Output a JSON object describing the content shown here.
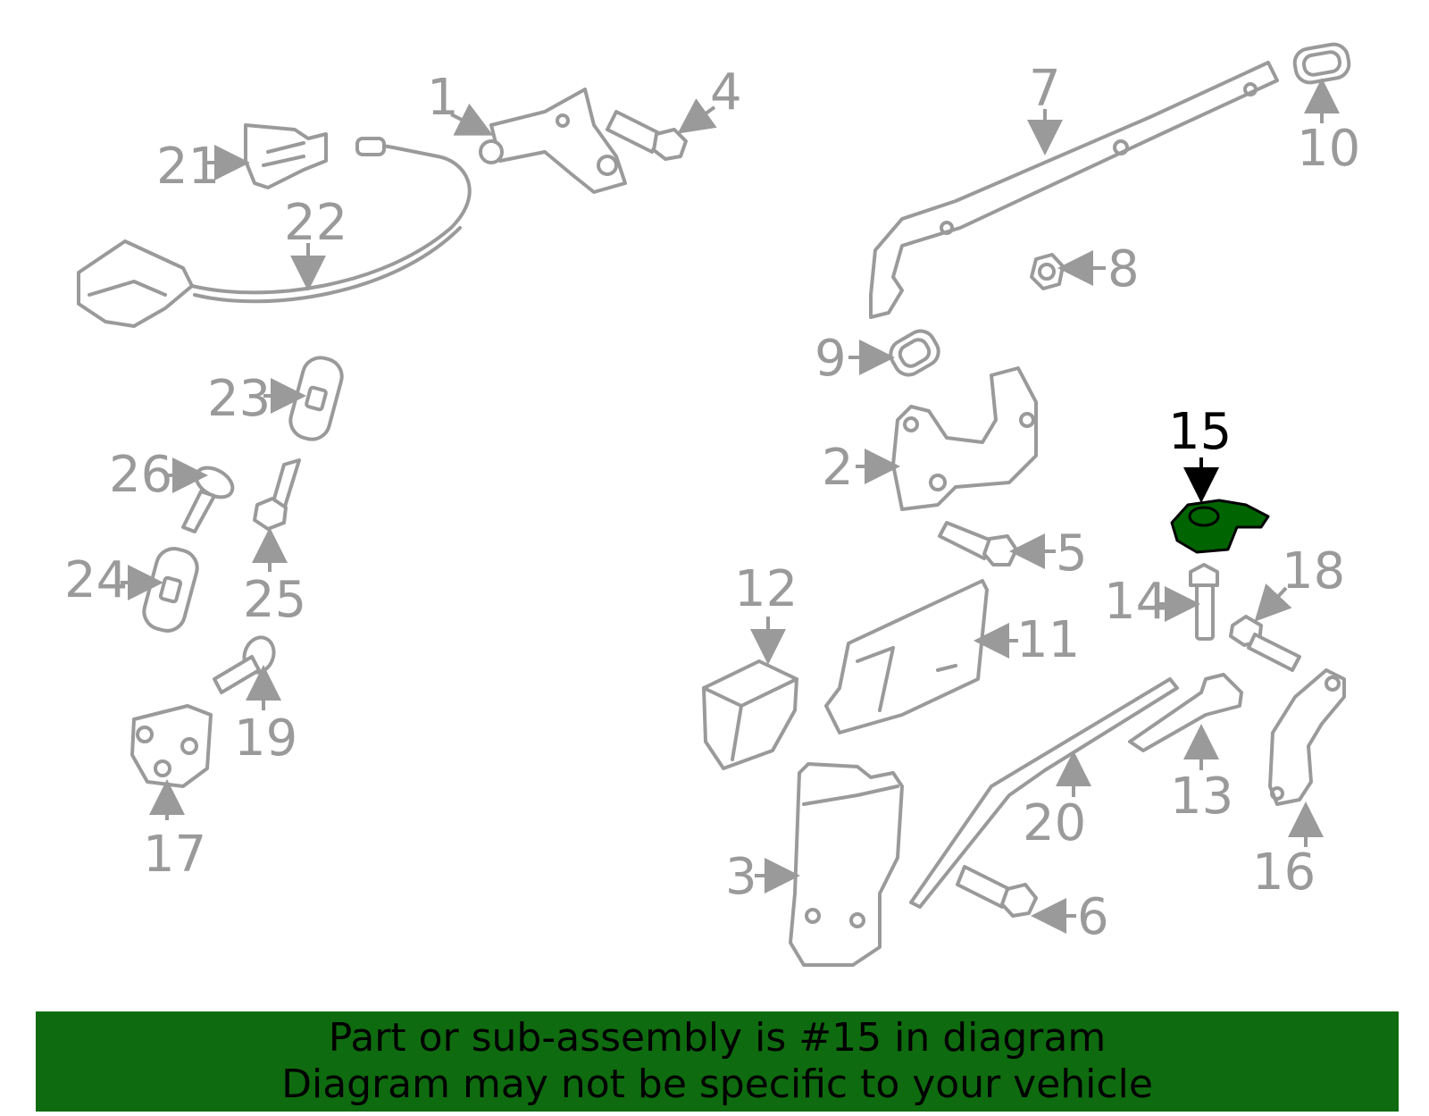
{
  "diagram": {
    "highlighted_part": "15",
    "highlight_color": "#006400",
    "line_color": "#9a9a9a",
    "callouts": [
      "1",
      "2",
      "3",
      "4",
      "5",
      "6",
      "7",
      "8",
      "9",
      "10",
      "11",
      "12",
      "13",
      "14",
      "15",
      "16",
      "17",
      "18",
      "19",
      "20",
      "21",
      "22",
      "23",
      "24",
      "25",
      "26"
    ]
  },
  "banner": {
    "line1": "Part or sub-assembly is #15 in diagram",
    "line2": "Diagram may not be specific to your vehicle",
    "background": "#0f6b0f"
  }
}
